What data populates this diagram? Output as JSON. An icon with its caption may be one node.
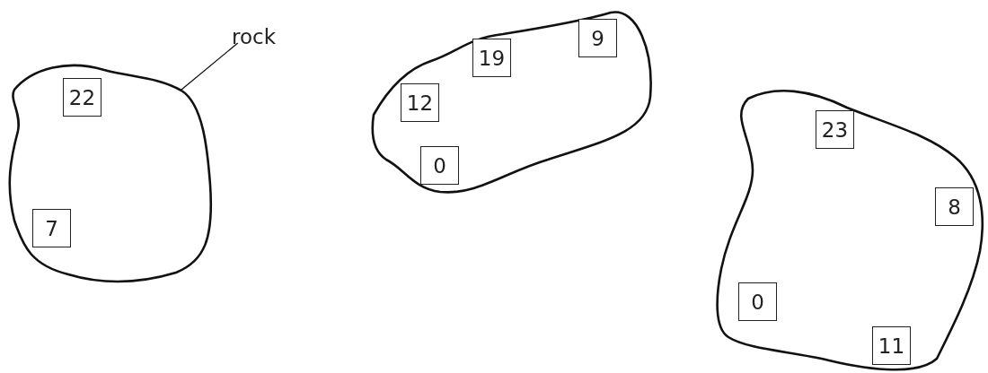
{
  "diagram": {
    "nodes": [
      {
        "text": [],
        "shape": "blob"
      },
      {
        "text": [
          "22"
        ],
        "in": 0
      },
      {
        "text": [
          "7"
        ],
        "in": 0
      },
      {
        "text": [
          "rock"
        ]
      },
      {
        "text": [],
        "shape": "blob"
      },
      {
        "text": [
          "19"
        ],
        "in": 4
      },
      {
        "text": [
          "9"
        ],
        "in": 4
      },
      {
        "text": [
          "12"
        ],
        "in": 4
      },
      {
        "text": [
          "0"
        ],
        "in": 4
      },
      {
        "text": [],
        "shape": "blob"
      },
      {
        "text": [
          "23"
        ],
        "in": 9
      },
      {
        "text": [
          "8"
        ],
        "in": 9
      },
      {
        "text": [
          "0"
        ],
        "in": 9
      },
      {
        "text": [
          "11"
        ],
        "in": 9
      }
    ],
    "edges": [
      {
        "from": 3,
        "to": 0,
        "arrow": "none"
      }
    ]
  }
}
